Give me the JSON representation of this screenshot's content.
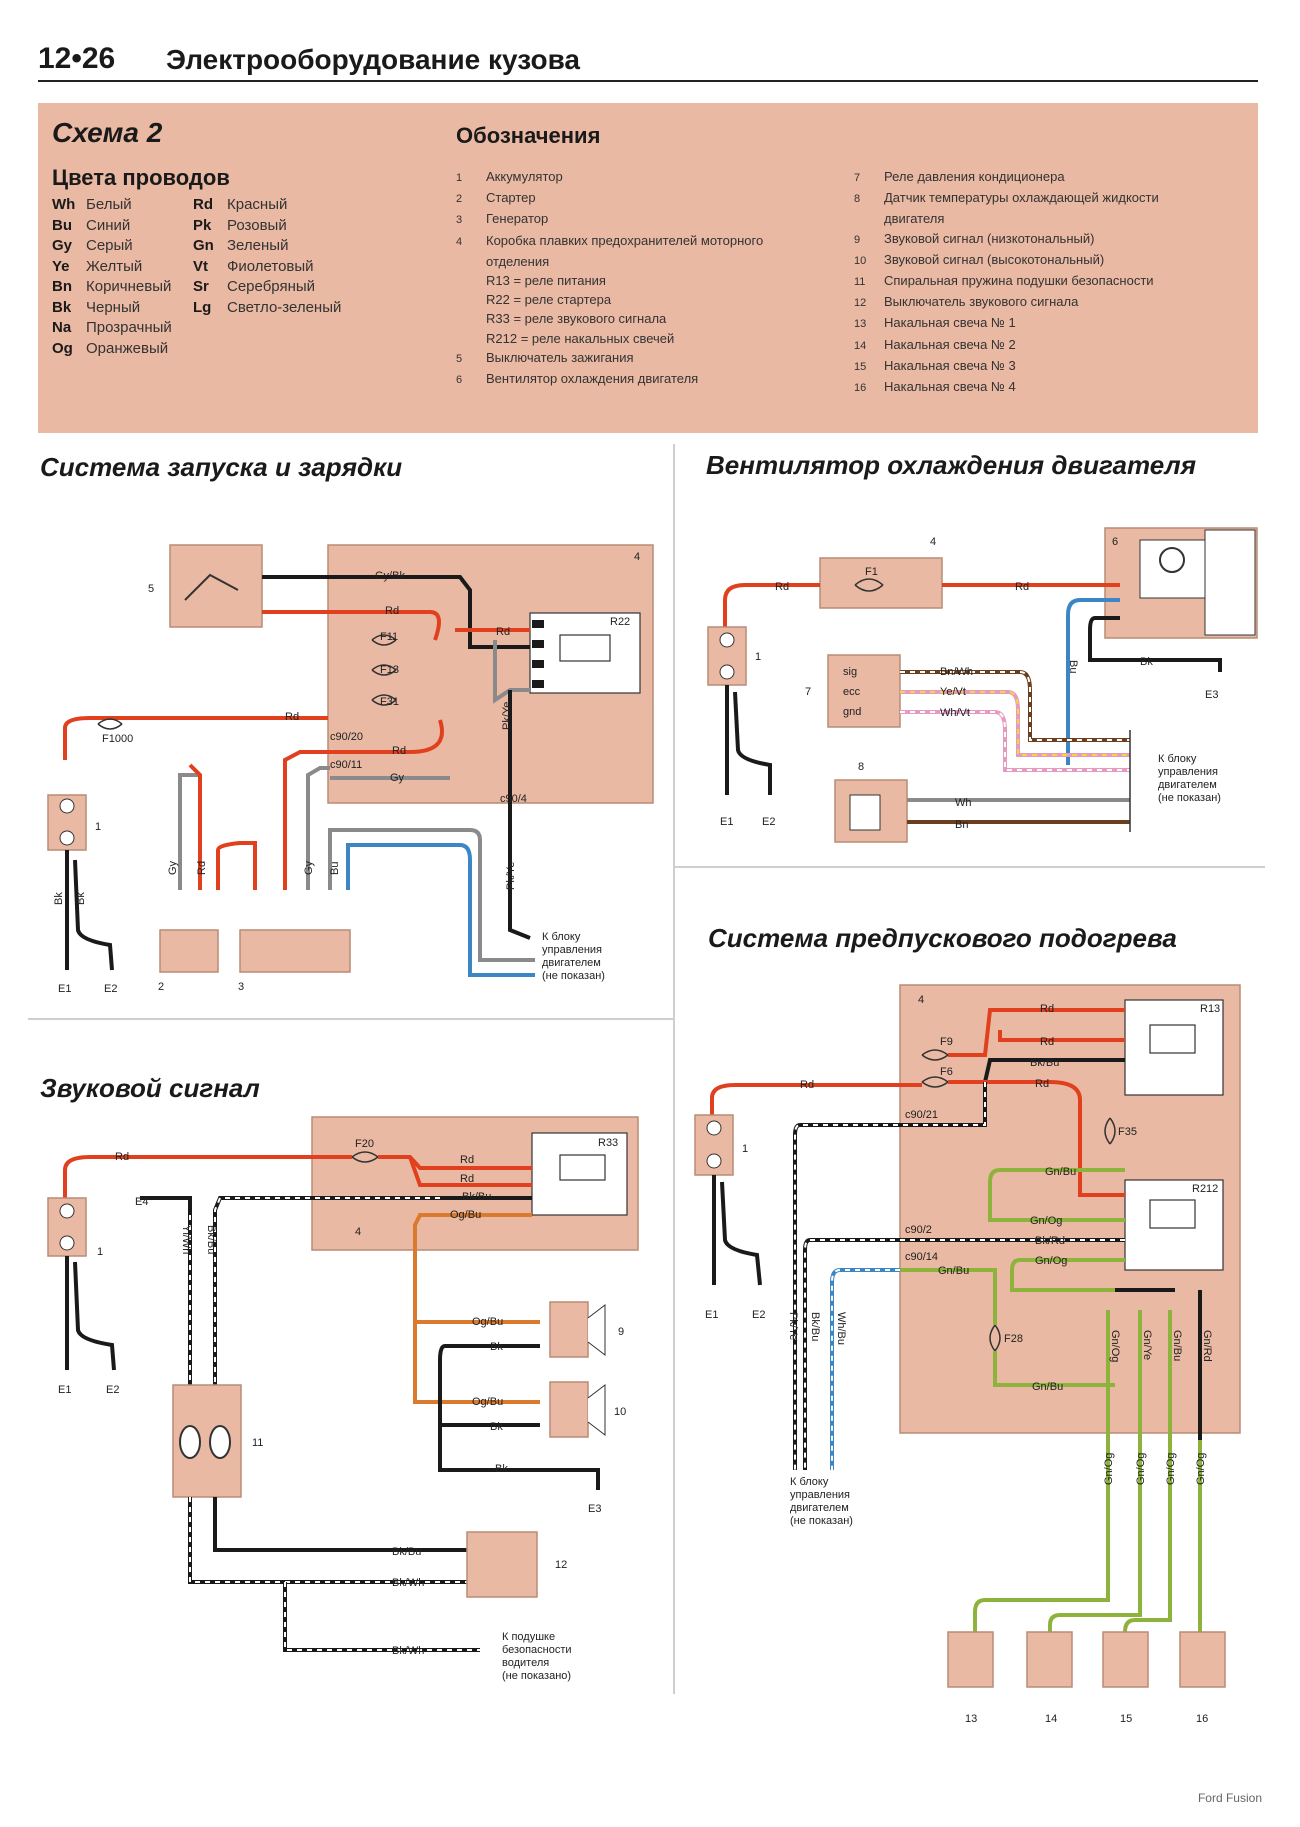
{
  "header": {
    "page_number": "12•26",
    "title": "Электрооборудование кузова"
  },
  "legend": {
    "schema_title": "Схема 2",
    "colors_title": "Цвета проводов",
    "designations_title": "Обозначения",
    "wire_colors_left": [
      {
        "code": "Wh",
        "name": "Белый"
      },
      {
        "code": "Bu",
        "name": "Синий"
      },
      {
        "code": "Gy",
        "name": "Серый"
      },
      {
        "code": "Ye",
        "name": "Желтый"
      },
      {
        "code": "Bn",
        "name": "Коричневый"
      },
      {
        "code": "Bk",
        "name": "Черный"
      },
      {
        "code": "Na",
        "name": "Прозрачный"
      },
      {
        "code": "Og",
        "name": "Оранжевый"
      }
    ],
    "wire_colors_right": [
      {
        "code": "Rd",
        "name": "Красный"
      },
      {
        "code": "Pk",
        "name": "Розовый"
      },
      {
        "code": "Gn",
        "name": "Зеленый"
      },
      {
        "code": "Vt",
        "name": "Фиолетовый"
      },
      {
        "code": "Sr",
        "name": "Серебряный"
      },
      {
        "code": "Lg",
        "name": "Светло-зеленый"
      }
    ],
    "items_col1": [
      {
        "num": "1",
        "text": "Аккумулятор"
      },
      {
        "num": "2",
        "text": "Стартер"
      },
      {
        "num": "3",
        "text": "Генератор"
      },
      {
        "num": "4",
        "text": "Коробка плавких предохранителей моторного"
      },
      {
        "num": "",
        "text": "отделения"
      },
      {
        "num": "",
        "text": "R13 = реле питания"
      },
      {
        "num": "",
        "text": "R22 = реле стартера"
      },
      {
        "num": "",
        "text": "R33 = реле звукового сигнала"
      },
      {
        "num": "",
        "text": "R212 = реле накальных свечей"
      },
      {
        "num": "5",
        "text": "Выключатель зажигания"
      },
      {
        "num": "6",
        "text": "Вентилятор охлаждения двигателя"
      }
    ],
    "items_col2": [
      {
        "num": "7",
        "text": "Реле давления кондиционера"
      },
      {
        "num": "8",
        "text": "Датчик температуры охлаждающей жидкости"
      },
      {
        "num": "",
        "text": "двигателя"
      },
      {
        "num": "9",
        "text": "Звуковой сигнал (низкотональный)"
      },
      {
        "num": "10",
        "text": "Звуковой сигнал (высокотональный)"
      },
      {
        "num": "11",
        "text": "Спиральная пружина подушки безопасности"
      },
      {
        "num": "12",
        "text": "Выключатель звукового сигнала"
      },
      {
        "num": "13",
        "text": "Накальная свеча № 1"
      },
      {
        "num": "14",
        "text": "Накальная свеча № 2"
      },
      {
        "num": "15",
        "text": "Накальная свеча № 3"
      },
      {
        "num": "16",
        "text": "Накальная свеча № 4"
      }
    ]
  },
  "sections": {
    "starting": "Система запуска и зарядки",
    "fan": "Вентилятор охлаждения двигателя",
    "horn": "Звуковой сигнал",
    "preheat": "Система предпускового подогрева"
  },
  "diagram": {
    "starting": {
      "comp_ignition": "5",
      "comp_fusebox": "4",
      "comp_battery": "1",
      "comp_starter": "2",
      "comp_alternator": "3",
      "relay": "R22",
      "fuse_main": "F1000",
      "fuse_a": "F11",
      "fuse_b": "F13",
      "fuse_c": "F31",
      "w_gybk": "Gy/Bk",
      "w_rd": "Rd",
      "w_gy": "Gy",
      "w_pkye": "Pk/Ye",
      "w_bk": "Bk",
      "w_bu": "Bu",
      "conn_1": "c90/20",
      "conn_2": "c90/11",
      "conn_3": "c90/4",
      "ground_1": "E1",
      "ground_2": "E2",
      "note": [
        "К блоку",
        "управления",
        "двигателем",
        "(не показан)"
      ]
    },
    "fan": {
      "comp_fusebox": "4",
      "comp_fan": "6",
      "comp_battery": "1",
      "comp_pressure": "7",
      "comp_sensor": "8",
      "fuse": "F1",
      "w_rd": "Rd",
      "w_bu": "Bu",
      "w_bk": "Bk",
      "w_bnwh": "Bn/Wh",
      "w_yevt": "Ye/Vt",
      "w_whvt": "Wh/Vt",
      "w_wh": "Wh",
      "w_bn": "Bn",
      "pin_1": "sig",
      "pin_2": "ecc",
      "pin_3": "gnd",
      "ground_1": "E1",
      "ground_2": "E2",
      "ground_3": "E3",
      "note": [
        "К блоку",
        "управления",
        "двигателем",
        "(не показан)"
      ]
    },
    "horn": {
      "comp_fusebox": "4",
      "comp_battery": "1",
      "comp_low_horn": "9",
      "comp_high_horn": "10",
      "comp_clockspring": "11",
      "comp_switch": "12",
      "relay": "R33",
      "fuse": "F20",
      "w_rd": "Rd",
      "w_bkbu": "Bk/Bu",
      "w_ogbu": "Og/Bu",
      "w_bk": "Bk",
      "w_bkwh": "Bk/Wh",
      "w_ylwh": "Yl/Wh",
      "ground_1": "E1",
      "ground_2": "E2",
      "ground_3": "E3",
      "ground_4": "E4",
      "note": [
        "К подушке",
        "безопасности",
        "водителя",
        "(не показано)"
      ]
    },
    "preheat": {
      "comp_fusebox": "4",
      "comp_battery": "1",
      "plug_1": "13",
      "plug_2": "14",
      "plug_3": "15",
      "plug_4": "16",
      "relay_1": "R13",
      "relay_2": "R212",
      "fuse_a": "F9",
      "fuse_b": "F6",
      "fuse_c": "F35",
      "fuse_d": "F28",
      "w_rd": "Rd",
      "w_bkbu": "Bk/Bu",
      "w_gnbu": "Gn/Bu",
      "w_gnog": "Gn/Og",
      "w_bkrd": "Bk/Rd",
      "w_gnye": "Gn/Ye",
      "w_gnrd": "Gn/Rd",
      "w_pkye": "Pk/Ye",
      "w_bkbu2": "Bk/Bu",
      "w_whbu": "Wh/Bu",
      "conn_1": "c90/21",
      "conn_2": "c90/2",
      "conn_3": "c90/14",
      "ground_1": "E1",
      "ground_2": "E2",
      "note": [
        "К блоку",
        "управления",
        "двигателем",
        "(не показан)"
      ]
    },
    "colors": {
      "red": "#e0401e",
      "black": "#1a1a1a",
      "gray": "#8a8a8a",
      "blue": "#3d86c6",
      "green": "#8db33c",
      "orange": "#d97a2e",
      "pink": "#e69ac0",
      "brown": "#6b3f1d",
      "box": "#e9b9a3",
      "box_border": "#b98b76"
    }
  },
  "footer": "Ford Fusion"
}
